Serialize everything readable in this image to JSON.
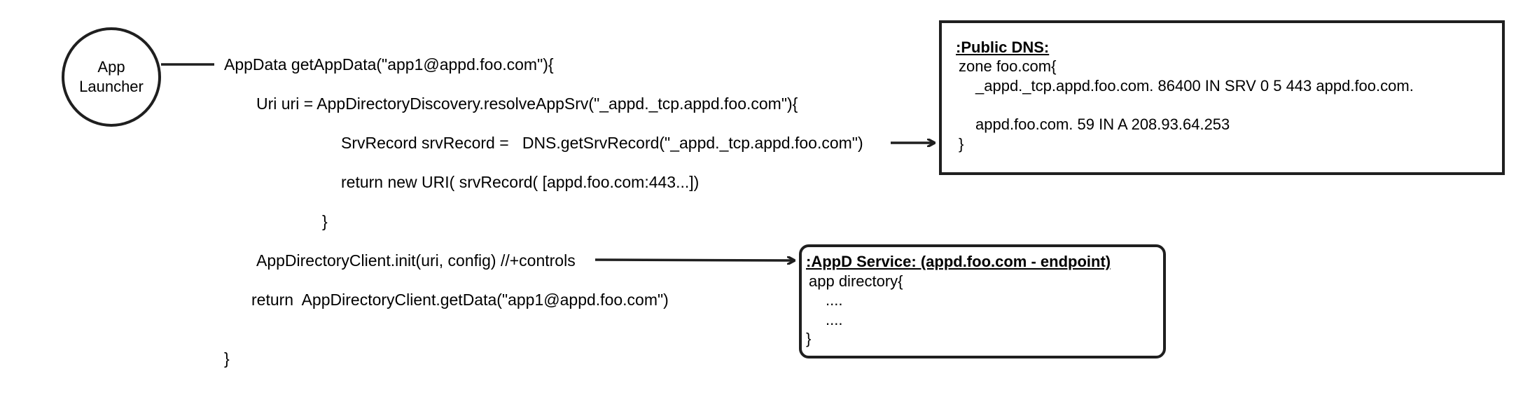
{
  "launcher": {
    "line1": "App",
    "line2": "Launcher"
  },
  "code": {
    "l1": "AppData getAppData(\"app1@appd.foo.com\"){",
    "l2": "Uri uri = AppDirectoryDiscovery.resolveAppSrv(\"_appd._tcp.appd.foo.com\"){",
    "l3": "SrvRecord srvRecord =   DNS.getSrvRecord(\"_appd._tcp.appd.foo.com\")",
    "l4": "return new URI( srvRecord( [appd.foo.com:443...])",
    "l5": "}",
    "l6": "AppDirectoryClient.init(uri, config) //+controls",
    "l7": "return  AppDirectoryClient.getData(\"app1@appd.foo.com\")",
    "l8": "}"
  },
  "dns_box": {
    "title": ":Public DNS:",
    "line1": "zone foo.com{",
    "line2": "_appd._tcp.appd.foo.com. 86400 IN SRV 0 5 443 appd.foo.com.",
    "line3": "appd.foo.com. 59 IN A 208.93.64.253",
    "line4": "}"
  },
  "service_box": {
    "title": ":AppD Service: (appd.foo.com - endpoint)",
    "line1": "app directory{",
    "line2": "....",
    "line3": "....",
    "line4": "}"
  },
  "colors": {
    "stroke": "#1f1f1f",
    "text": "#000000",
    "background": "#ffffff"
  }
}
